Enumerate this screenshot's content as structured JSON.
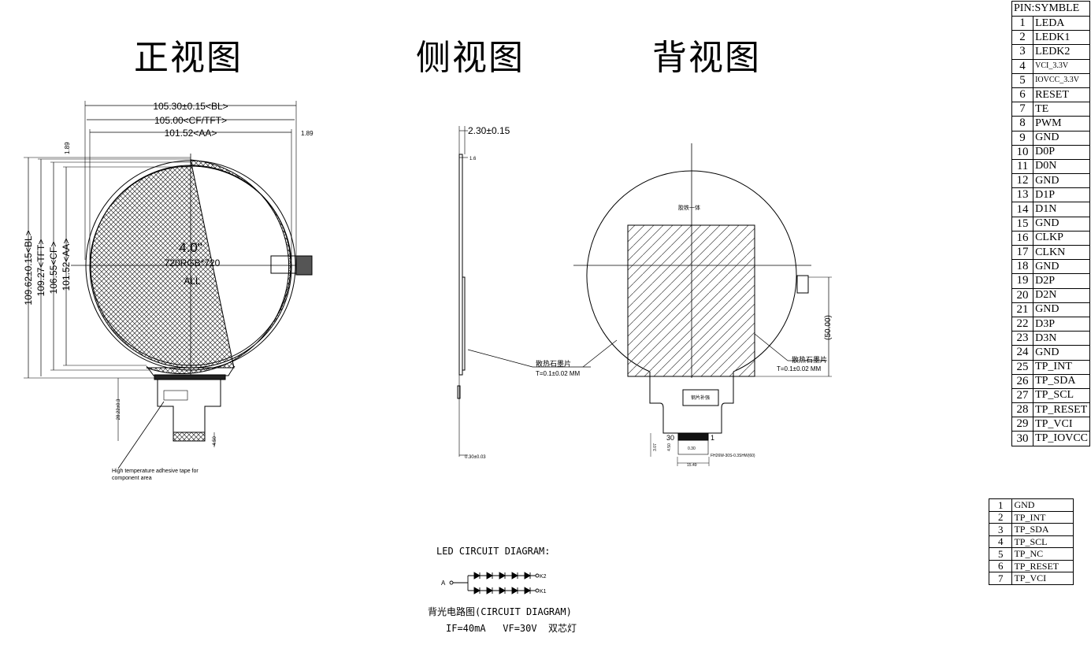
{
  "views": {
    "front": "正视图",
    "side": "侧视图",
    "back": "背视图"
  },
  "front": {
    "dim_bl_w": "105.30±0.15<BL>",
    "dim_cf_w": "105.00<CF/TFT>",
    "dim_aa_w": "101.52<AA>",
    "dim_margin_r": "1.89",
    "dim_margin_l": "1.89",
    "dim_bl_h": "109.62±0.15<BL>",
    "dim_tft_h": "109.27<TFT>",
    "dim_cf_h": "106.55<CF>",
    "dim_aa_h": "101.52<AA>",
    "size": "4.0\"",
    "resolution": "720RGB*720",
    "view": "ALL",
    "fpc_dim": "28.22±0.3",
    "fpc_tail": "4.50",
    "tape_note_1": "High temperature adhesive tape for",
    "tape_note_2": "component area"
  },
  "side": {
    "thickness": "2.30±0.15",
    "small_1": "1.6",
    "small_2": "0.30±0.03",
    "graphite_label": "散热石墨片",
    "graphite_t": "T=0.1±0.02 MM"
  },
  "back": {
    "top_label": "胶铁一体",
    "graphite_label": "散热石墨片",
    "graphite_t": "T=0.1±0.02 MM",
    "dim_50": "(50.00)",
    "stiffener": "钢片补强",
    "pin_1": "1",
    "pin_30": "30",
    "dim_a": "3.07",
    "dim_b": "4.50",
    "dim_c": "0.30",
    "dim_d": "15.49",
    "conn_note": "FH26W-30S-0.3SHW(60)"
  },
  "pin_table": {
    "header": "PIN:SYMBLE",
    "rows": [
      {
        "n": "1",
        "s": "LEDA"
      },
      {
        "n": "2",
        "s": "LEDK1"
      },
      {
        "n": "3",
        "s": "LEDK2"
      },
      {
        "n": "4",
        "s": "VCI_3.3V"
      },
      {
        "n": "5",
        "s": "IOVCC_3.3V"
      },
      {
        "n": "6",
        "s": "RESET"
      },
      {
        "n": "7",
        "s": "TE"
      },
      {
        "n": "8",
        "s": "PWM"
      },
      {
        "n": "9",
        "s": "GND"
      },
      {
        "n": "10",
        "s": "D0P"
      },
      {
        "n": "11",
        "s": "D0N"
      },
      {
        "n": "12",
        "s": "GND"
      },
      {
        "n": "13",
        "s": "D1P"
      },
      {
        "n": "14",
        "s": "D1N"
      },
      {
        "n": "15",
        "s": "GND"
      },
      {
        "n": "16",
        "s": "CLKP"
      },
      {
        "n": "17",
        "s": "CLKN"
      },
      {
        "n": "18",
        "s": "GND"
      },
      {
        "n": "19",
        "s": "D2P"
      },
      {
        "n": "20",
        "s": "D2N"
      },
      {
        "n": "21",
        "s": "GND"
      },
      {
        "n": "22",
        "s": "D3P"
      },
      {
        "n": "23",
        "s": "D3N"
      },
      {
        "n": "24",
        "s": "GND"
      },
      {
        "n": "25",
        "s": "TP_INT"
      },
      {
        "n": "26",
        "s": "TP_SDA"
      },
      {
        "n": "27",
        "s": "TP_SCL"
      },
      {
        "n": "28",
        "s": "TP_RESET"
      },
      {
        "n": "29",
        "s": "TP_VCI"
      },
      {
        "n": "30",
        "s": "TP_IOVCC"
      }
    ]
  },
  "tp_table": {
    "rows": [
      {
        "n": "1",
        "s": "GND"
      },
      {
        "n": "2",
        "s": "TP_INT"
      },
      {
        "n": "3",
        "s": "TP_SDA"
      },
      {
        "n": "4",
        "s": "TP_SCL"
      },
      {
        "n": "5",
        "s": "TP_NC"
      },
      {
        "n": "6",
        "s": "TP_RESET"
      },
      {
        "n": "7",
        "s": "TP_VCI"
      }
    ]
  },
  "led": {
    "title": "LED CIRCUIT DIAGRAM:",
    "anode": "A",
    "k2": "K2",
    "k1": "K1",
    "caption_1": "背光电路图(CIRCUIT DIAGRAM)",
    "caption_2": "IF=40mA   VF=30V  双芯灯"
  }
}
